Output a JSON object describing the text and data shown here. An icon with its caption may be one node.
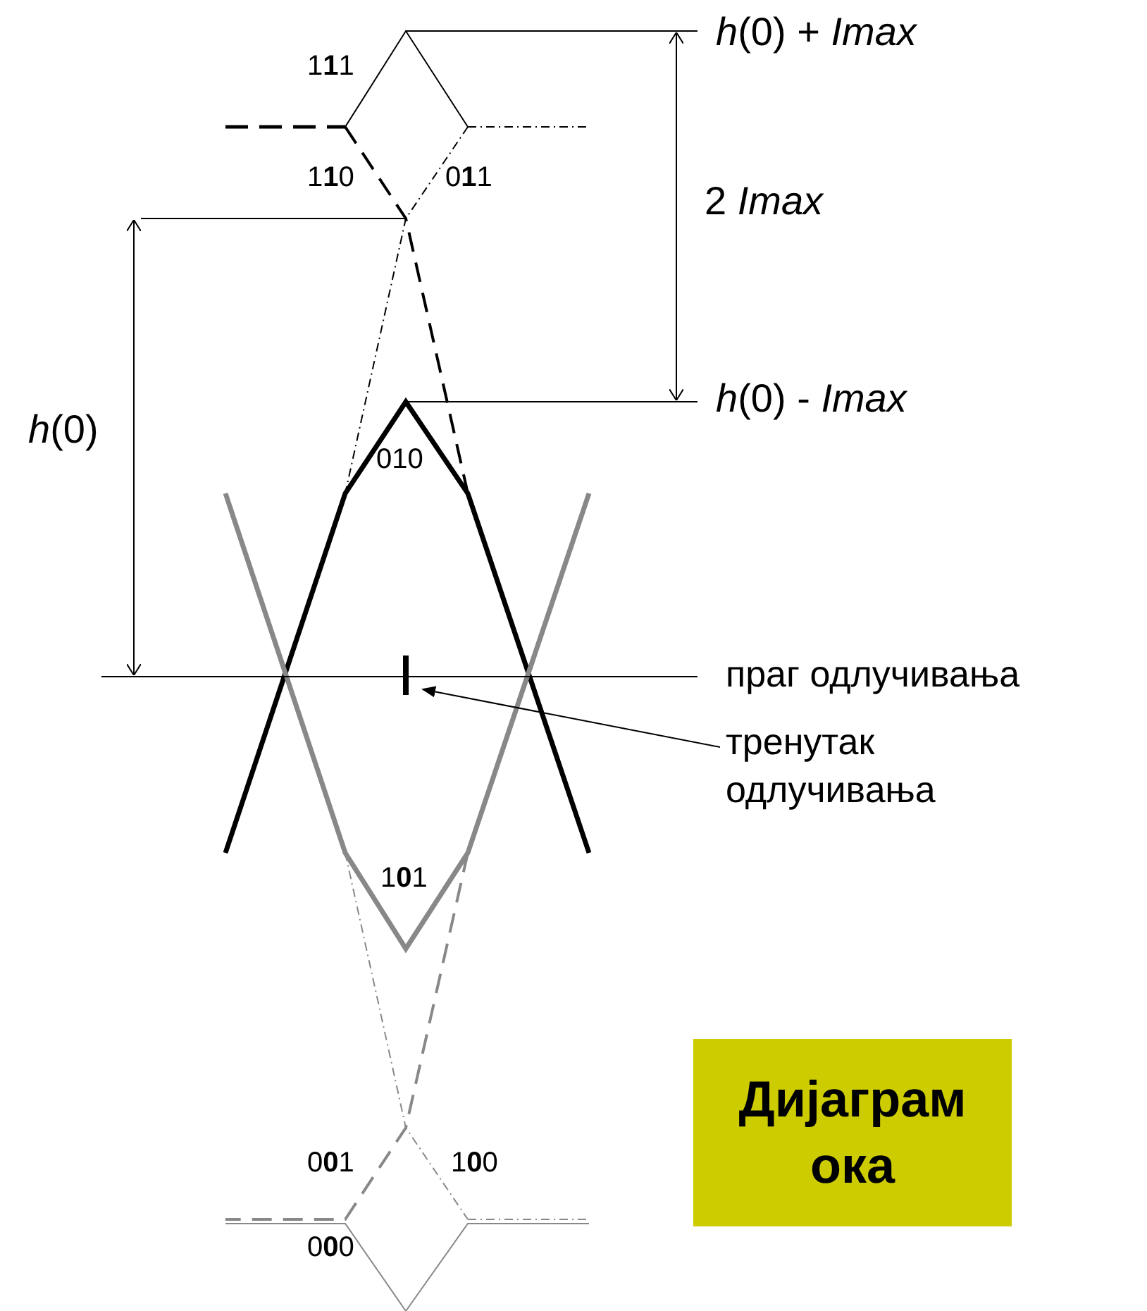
{
  "diagram": {
    "nodes": [
      {
        "text": [],
        "shape": "bar"
      },
      {
        "text": [
          "тренутак одлучивања"
        ]
      },
      {
        "text": [
          "Дијаграм ока"
        ]
      }
    ],
    "edges": [
      {
        "from": 1,
        "to": 0,
        "arrow": "to"
      }
    ],
    "labels": [
      "1**1**1",
      "*h*(0) + *Imax*",
      "1**1**0",
      "0**1**1",
      "2 *Imax*",
      "*h*(0) - *Imax*",
      "*h*(0)",
      "010",
      "праг одлучивања",
      "1**0**1",
      "0**0**1",
      "1**0**0",
      "0**0**0"
    ]
  }
}
